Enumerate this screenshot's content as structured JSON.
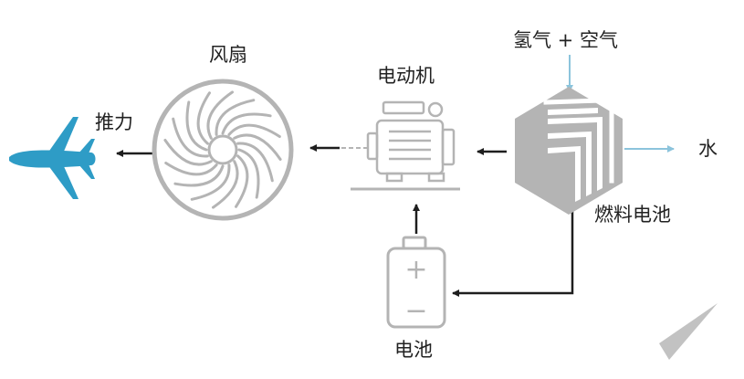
{
  "diagram": {
    "labels": {
      "fan": "风扇",
      "thrust": "推力",
      "motor": "电动机",
      "inputs": "氢气 + 空气",
      "water": "水",
      "fuel_cell": "燃料电池",
      "battery": "电池"
    },
    "battery_symbols": {
      "plus": "+",
      "minus": "−"
    },
    "icons": {
      "airplane": "airplane-icon",
      "fan": "fan-icon",
      "motor": "motor-icon",
      "fuel_cell": "fuel-cell-icon",
      "battery": "battery-icon"
    },
    "colors": {
      "airplane": "#2e9cc6",
      "flow_inputs": "#8cc4dc",
      "line_gray": "#b4b4b4",
      "arrow_dark": "#1e1e1e",
      "text": "#222222"
    }
  }
}
